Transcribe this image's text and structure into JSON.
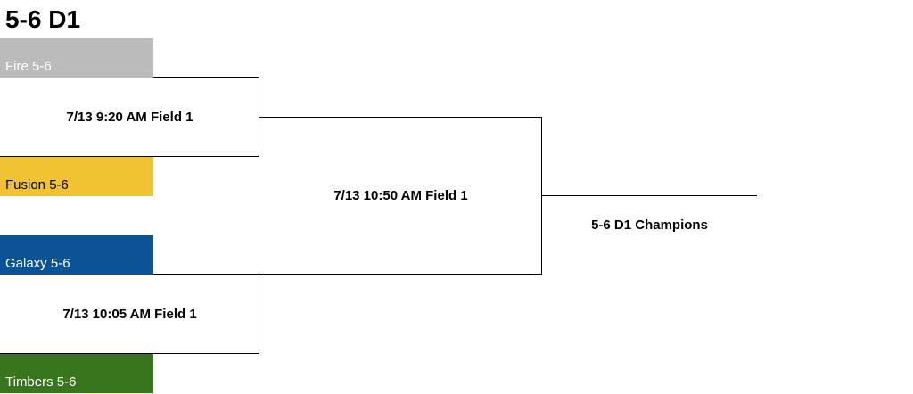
{
  "title": "5-6 D1",
  "teams": [
    {
      "name": "Fire 5-6",
      "color": "#bbbbbb",
      "text_color": "#ffffff"
    },
    {
      "name": "Fusion 5-6",
      "color": "#f1c232",
      "text_color": "#000000"
    },
    {
      "name": "Galaxy 5-6",
      "color": "#0b5394",
      "text_color": "#ffffff"
    },
    {
      "name": "Timbers 5-6",
      "color": "#38761d",
      "text_color": "#ffffff"
    }
  ],
  "matches": {
    "semi1": "7/13 9:20 AM Field 1",
    "semi2": "7/13 10:05 AM Field 1",
    "final": "7/13 10:50 AM Field 1"
  },
  "champion_label": "5-6 D1 Champions"
}
